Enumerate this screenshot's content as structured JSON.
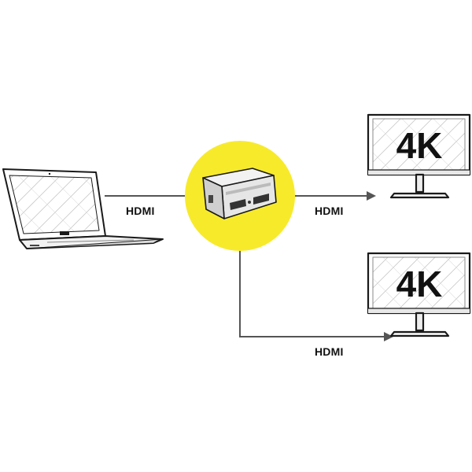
{
  "connections": {
    "laptop_to_splitter": "HDMI",
    "splitter_to_monitor_top": "HDMI",
    "splitter_to_monitor_bottom": "HDMI"
  },
  "monitors": {
    "top": {
      "resolution": "4K"
    },
    "bottom": {
      "resolution": "4K"
    }
  },
  "colors": {
    "highlight_circle": "#f7ea2b",
    "line": "#555555",
    "outline": "#1a1a1a"
  }
}
